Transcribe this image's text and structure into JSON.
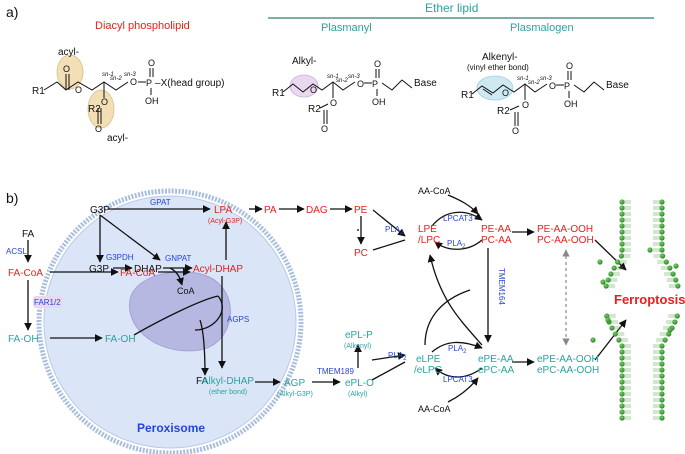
{
  "colors": {
    "red": "#e8201d",
    "teal": "#2ba3a0",
    "blue": "#2745d6",
    "black": "#111111",
    "peroxisome_fill": "#dbe5f8",
    "peroxisome_ring": "#a9bedf",
    "inner_blob": "#b7b8e2",
    "ester_oval": "#f2dfb6",
    "plasmanyl_oval": "#e9d8f0",
    "plasmalogen_oval": "#cfe9f2",
    "ferro_green": "#45a13c"
  },
  "panel_a": {
    "label": "a)",
    "diacyl": {
      "title": "Diacyl phospholipid",
      "acyl_top": "acyl-",
      "acyl_bottom": "acyl-",
      "r1": "R1",
      "r2": "R2",
      "head": "X(head group)",
      "oh": "OH",
      "o": "O",
      "p": "P",
      "sn1": "sn-1",
      "sn2": "sn-2",
      "sn3": "sn-3"
    },
    "ether_header": "Ether lipid",
    "plasmanyl": {
      "title": "Plasmanyl",
      "alkyl": "Alkyl-",
      "r1": "R1",
      "r2": "R2",
      "base": "Base",
      "oh": "OH",
      "o": "O",
      "p": "P",
      "sn1": "sn-1",
      "sn2": "sn-2",
      "sn3": "sn-3"
    },
    "plasmalogen": {
      "title": "Plasmalogen",
      "alkenyl": "Alkenyl-",
      "vinyl": "(vinyl ether bond)",
      "r1": "R1",
      "r2": "R2",
      "base": "Base",
      "oh": "OH",
      "o": "O",
      "p": "P",
      "sn1": "sn-1",
      "sn2": "sn-2",
      "sn3": "sn-3"
    }
  },
  "panel_b": {
    "label": "b)",
    "nodes": {
      "g3p_top": "G3P",
      "gpat": "GPAT",
      "lpa": "LPA",
      "lpa_sub": "(Acyl-G3P)",
      "pa": "PA",
      "dag": "DAG",
      "pe": "PE",
      "pc": "PC",
      "fa": "FA",
      "acsl": "ACSL",
      "fa_coa_left": "FA-CoA",
      "far": "FAR1/2",
      "fa_oh_left": "FA-OH",
      "g3p_in": "G3P",
      "g3pdh": "G3PDH",
      "dhap": "DHAP",
      "gnpat": "GNPAT",
      "acyl_dhap": "Acyl-DHAP",
      "coa": "CoA",
      "fa_coa_in": "FA-CoA",
      "fa_oh_in": "FA-OH",
      "agps": "AGPS",
      "fa_in": "FA",
      "alkyl_dhap": "Alkyl-DHAP",
      "alkyl_dhap_sub": "(ether bond)",
      "agp": "AGP",
      "agp_sub": "(Alkyl-G3P)",
      "peroxisome": "Peroxisome",
      "tmem189": "TMEM189",
      "epl_p": "ePL-P",
      "epl_p_sub": "(Alkenyl)",
      "epl_o": "ePL-O",
      "epl_o_sub": "(Alkyl)",
      "pla2_1": "PLA",
      "pla2_2": "PLA",
      "pla2_3": "PLA",
      "pla2_4": "PLA",
      "sub2": "2",
      "aa_coa_top": "AA-CoA",
      "aa_coa_bottom": "AA-CoA",
      "lpe_lpc": "LPE",
      "lpe_lpc2": "/LPC",
      "lpcat3_top": "LPCAT3",
      "lpcat3_bottom": "LPCAT3",
      "pe_aa": "PE-AA",
      "pc_aa": "PC-AA",
      "tmem164": "TMEM164",
      "elpe": "eLPE",
      "elpc": "/eLPC",
      "epe_aa": "ePE-AA",
      "epc_aa": "ePC-AA",
      "pe_aa_ooh": "PE-AA-OOH",
      "pc_aa_ooh": "PC-AA-OOH",
      "epe_aa_ooh": "ePE-AA-OOH",
      "epc_aa_ooh": "ePC-AA-OOH",
      "ferroptosis": "Ferroptosis"
    }
  }
}
